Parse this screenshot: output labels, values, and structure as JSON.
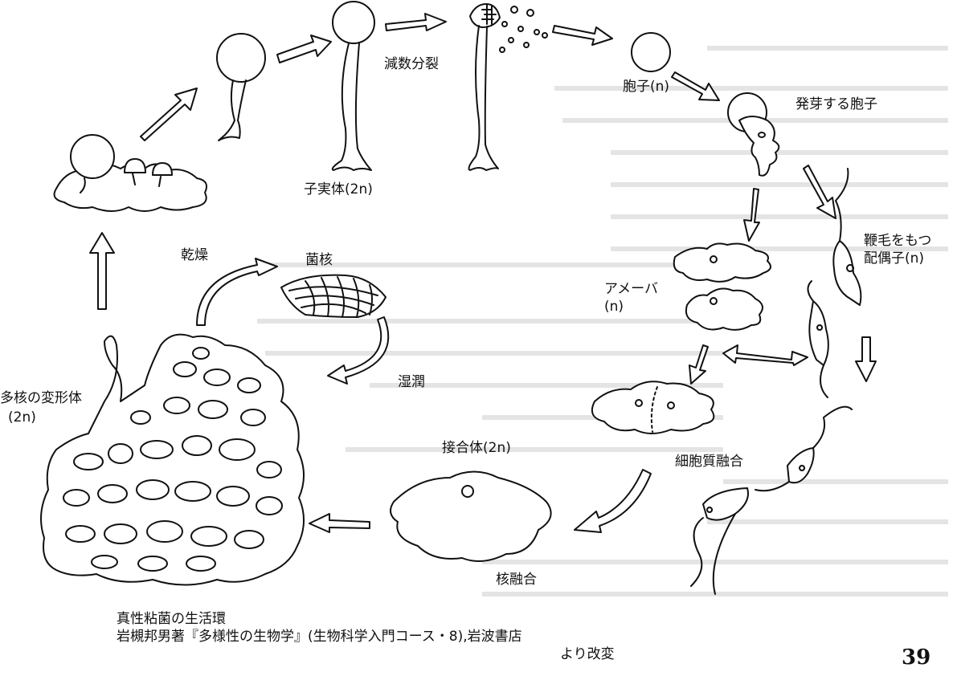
{
  "labels": {
    "meiosis": "減数分裂",
    "spore": "胞子(n)",
    "germinating_spore": "発芽する胞子",
    "fruiting_body": "子実体(2n)",
    "flagellate_gamete_line1": "鞭毛をもつ",
    "flagellate_gamete_line2": "配偶子(n)",
    "drying": "乾燥",
    "sclerotium": "菌核",
    "amoeba_line1": "アメーバ",
    "amoeba_line2": "(n)",
    "moisture": "湿潤",
    "plasmodium_line1": "多核の変形体",
    "plasmodium_line2": "(2n)",
    "cytoplasmic_fusion": "細胞質融合",
    "zygote": "接合体(2n)",
    "nuclear_fusion": "核融合"
  },
  "caption": {
    "line1": "真性粘菌の生活環",
    "line2": "岩槻邦男著『多様性の生物学』(生物科学入門コース・8),岩波書店",
    "line3": "より改変"
  },
  "page_number": "39"
}
